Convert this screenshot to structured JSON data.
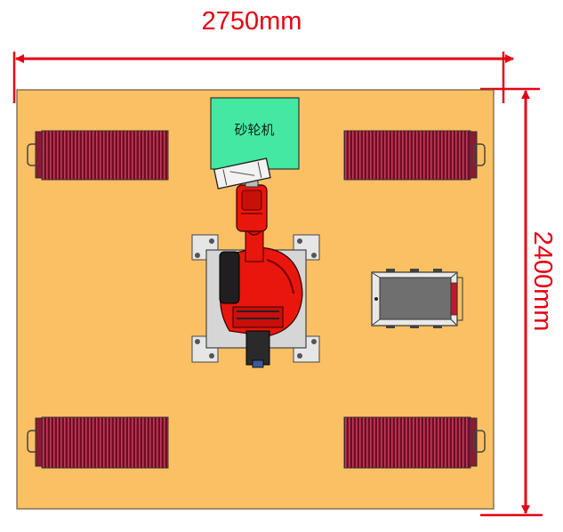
{
  "dimensions": {
    "width_label": "2750mm",
    "height_label": "2400mm",
    "color": "#e60012"
  },
  "station": {
    "base_color": "#fbc063",
    "machine_label": "砂轮机",
    "machine_color": "#43e8a3"
  },
  "components": {
    "robot": "industrial-robot-arm",
    "robot_color": "#e8160c",
    "fixtures_color": "#7a0f2a"
  }
}
